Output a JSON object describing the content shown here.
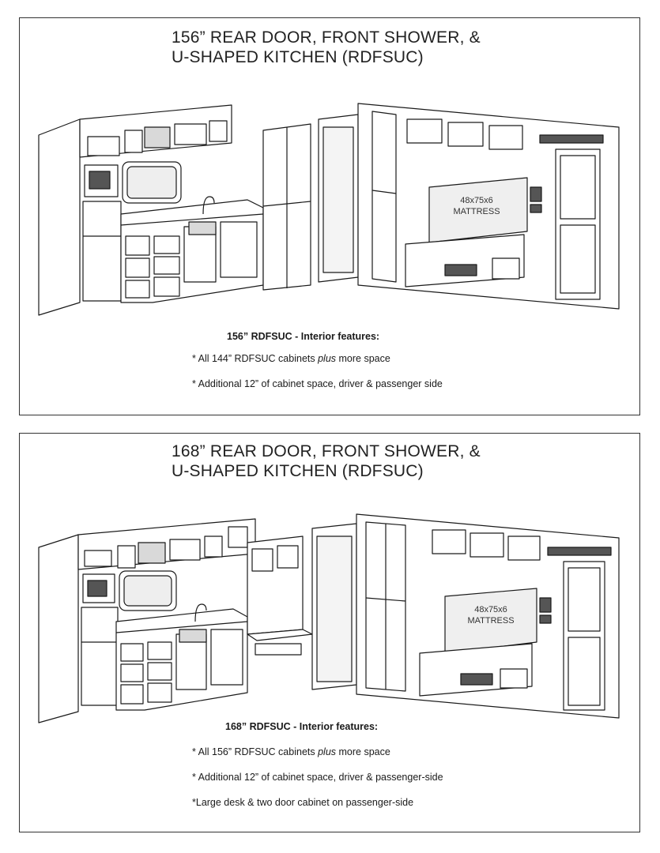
{
  "panels": [
    {
      "title_line1": "156” REAR DOOR, FRONT SHOWER, &",
      "title_line2": "U-SHAPED KITCHEN (RDFSUC)",
      "mattress_line1": "48x75x6",
      "mattress_line2": "MATTRESS",
      "features_heading": "156” RDFSUC - Interior features:",
      "features": [
        {
          "pre": "* All 144” RDFSUC cabinets ",
          "em": "plus",
          "post": " more space"
        },
        {
          "pre": "* Additional 12” of cabinet space, driver & passenger side",
          "em": "",
          "post": ""
        }
      ]
    },
    {
      "title_line1": "168” REAR DOOR, FRONT SHOWER, &",
      "title_line2": "U-SHAPED KITCHEN (RDFSUC)",
      "mattress_line1": "48x75x6",
      "mattress_line2": "MATTRESS",
      "features_heading": "168” RDFSUC - Interior features:",
      "features": [
        {
          "pre": "* All 156” RDFSUC cabinets ",
          "em": "plus",
          "post": " more space"
        },
        {
          "pre": "* Additional 12” of cabinet space, driver & passenger-side",
          "em": "",
          "post": ""
        },
        {
          "pre": "*Large desk & two door cabinet on passenger-side",
          "em": "",
          "post": ""
        }
      ]
    }
  ],
  "colors": {
    "line": "#1a1a1a",
    "shade": "#d9d9d9",
    "dark": "#555555"
  }
}
